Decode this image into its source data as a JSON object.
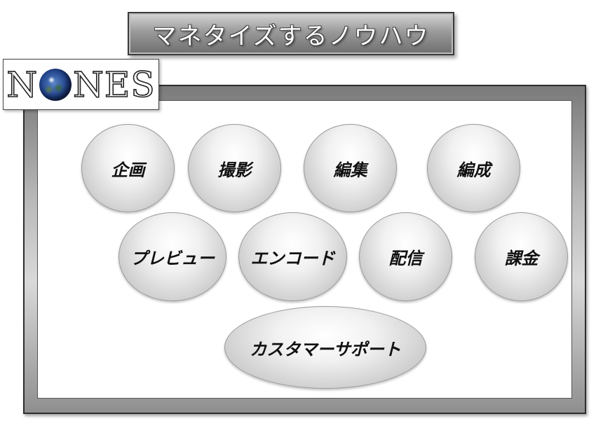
{
  "title": "マネタイズするノウハウ",
  "logo": {
    "text_before": "N",
    "text_after": "NES"
  },
  "steps": {
    "planning": "企画",
    "shooting": "撮影",
    "editing": "編集",
    "compilation": "編成",
    "preview": "プレビュー",
    "encode": "エンコード",
    "distribution": "配信",
    "billing": "課金",
    "customer_support": "カスタマーサポート"
  }
}
